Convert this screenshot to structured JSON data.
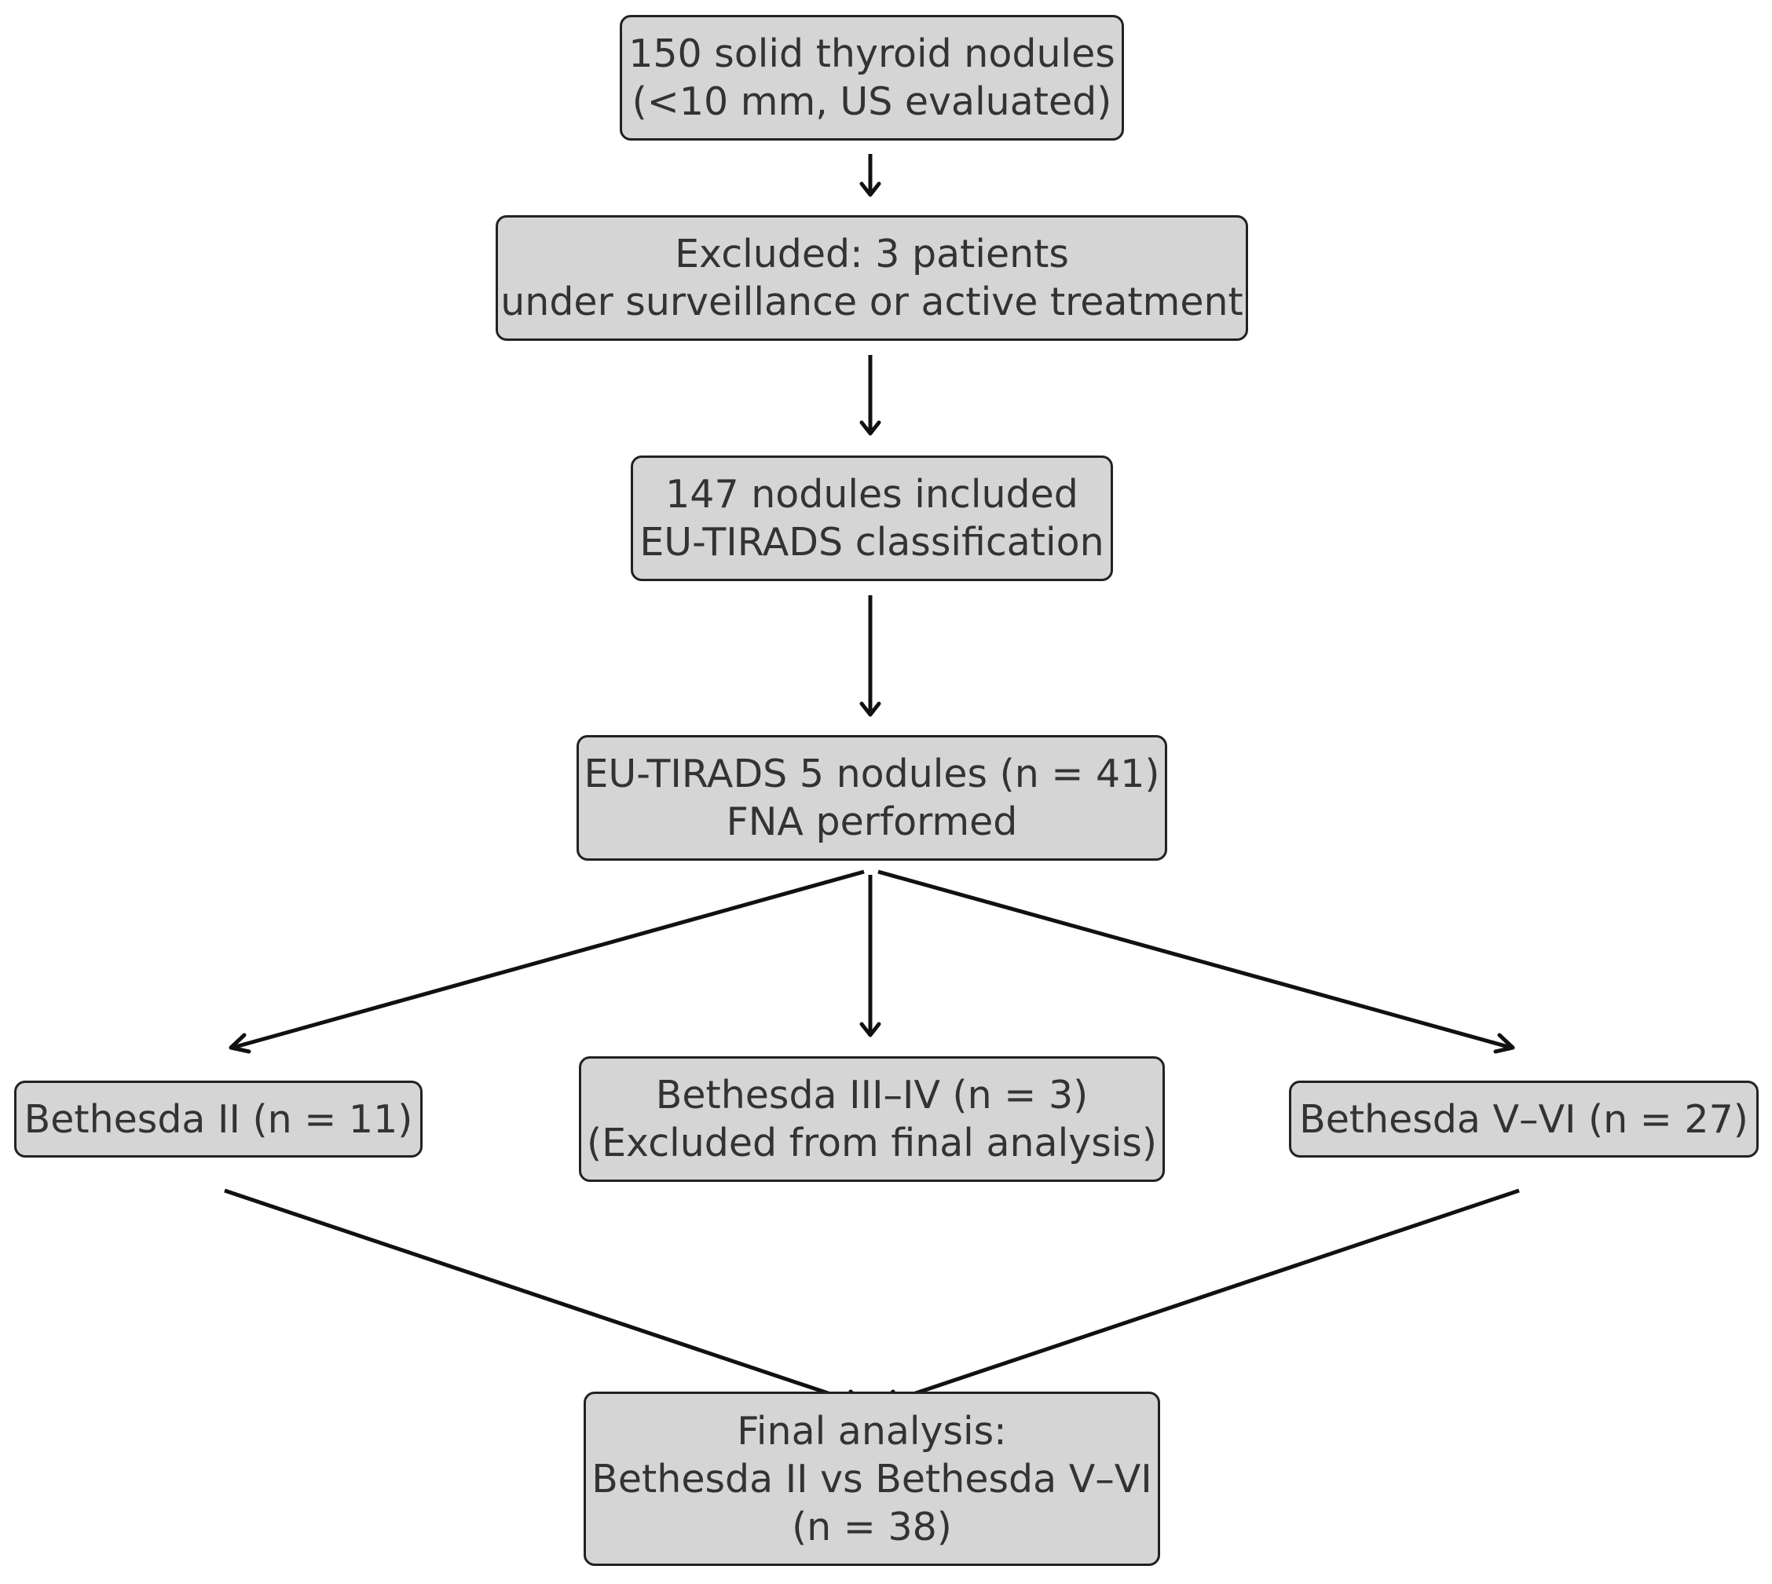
{
  "colors": {
    "box_fill": "#d5d5d5",
    "box_border": "#222222",
    "text": "#333333",
    "arrow": "#111111",
    "background": "#ffffff"
  },
  "nodes": {
    "screened": {
      "lines": [
        "150 solid thyroid nodules",
        "(<10 mm, US evaluated)"
      ]
    },
    "excluded": {
      "lines": [
        "Excluded: 3 patients",
        "under surveillance or active treatment"
      ]
    },
    "included": {
      "lines": [
        "147 nodules included",
        "EU-TIRADS classification"
      ]
    },
    "eutirads5": {
      "lines": [
        "EU-TIRADS 5 nodules (n = 41)",
        "FNA performed"
      ]
    },
    "bethesda_ii": {
      "lines": [
        "Bethesda II (n = 11)"
      ]
    },
    "bethesda_iii_iv": {
      "lines": [
        "Bethesda III–IV (n = 3)",
        "(Excluded from final analysis)"
      ]
    },
    "bethesda_v_vi": {
      "lines": [
        "Bethesda V–VI (n = 27)"
      ]
    },
    "final": {
      "lines": [
        "Final analysis:",
        "Bethesda II vs Bethesda V–VI",
        "(n = 38)"
      ]
    }
  },
  "edges": [
    {
      "from": "screened",
      "to": "excluded"
    },
    {
      "from": "excluded",
      "to": "included"
    },
    {
      "from": "included",
      "to": "eutirads5"
    },
    {
      "from": "eutirads5",
      "to": "bethesda_ii"
    },
    {
      "from": "eutirads5",
      "to": "bethesda_iii_iv"
    },
    {
      "from": "eutirads5",
      "to": "bethesda_v_vi"
    },
    {
      "from": "bethesda_ii",
      "to": "final"
    },
    {
      "from": "bethesda_v_vi",
      "to": "final"
    }
  ]
}
